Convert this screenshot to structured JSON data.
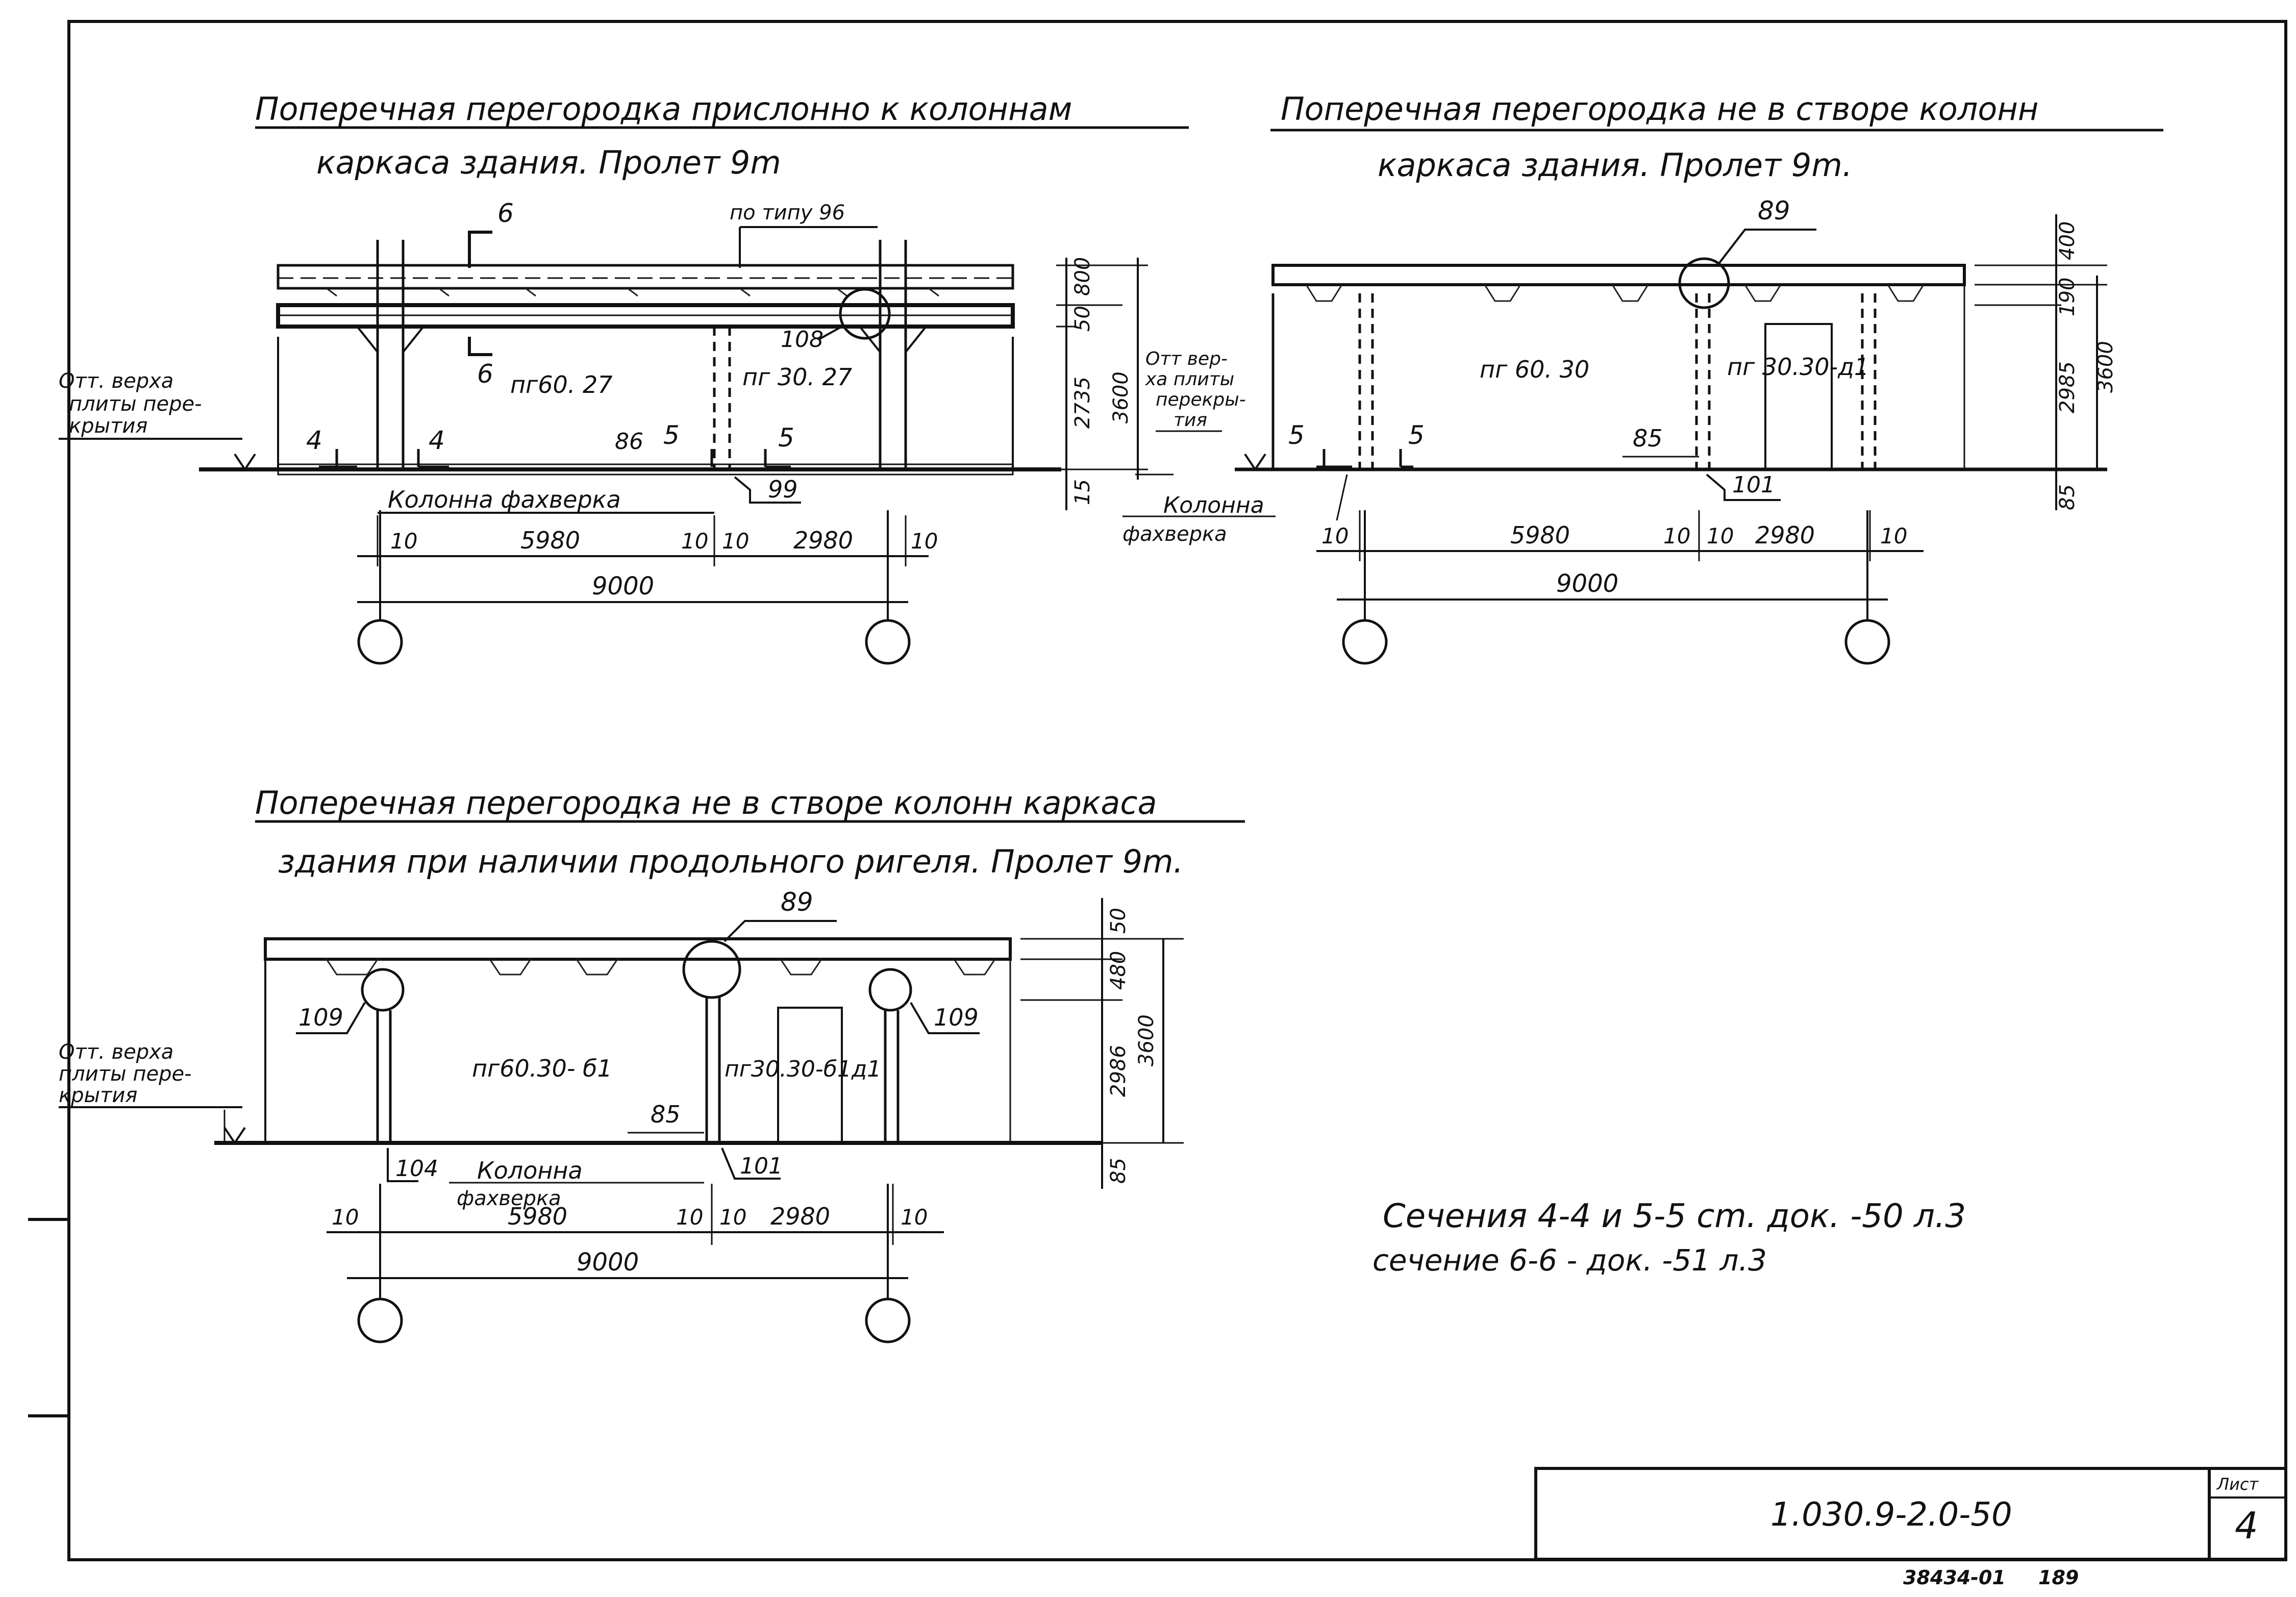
{
  "section1": {
    "title_line1": "Поперечная перегородка прислонно к колоннам",
    "title_line2": "каркаса здания. Пролет 9m",
    "callout_type": "по типу 96",
    "cut6_top": "6",
    "cut6_bottom": "6",
    "callout_108": "108",
    "panel_left": "пг60. 27",
    "panel_right": "пг 30. 27",
    "level_note": [
      "Отт. верха",
      "плиты пере-",
      "крытия"
    ],
    "cut4_left": "4",
    "cut4_right": "4",
    "cut5_left": "5",
    "cut5_right": "5",
    "ref_86": "86",
    "ref_99": "99",
    "column_label": "Колонна фахверка",
    "dims_vertical": [
      "800",
      "50",
      "2735",
      "15"
    ],
    "dim_total_height": "3600",
    "dims_horizontal": [
      "10",
      "5980",
      "10",
      "10",
      "2980",
      "10"
    ],
    "dim_span": "9000"
  },
  "section2": {
    "title_line1": "Поперечная перегородка не в створе колонн",
    "title_line2": "каркаса здания. Пролет 9m.",
    "callout_89": "89",
    "panel_left": "пг 60. 30",
    "panel_right": "пг 30.30-д1",
    "level_note": [
      "Отт вер-",
      "ха плиты",
      "перекры-",
      "тия"
    ],
    "cut5_left": "5",
    "cut5_right": "5",
    "ref_85": "85",
    "ref_101": "101",
    "column_label": [
      "Колонна",
      "фахверка"
    ],
    "dims_vertical": [
      "400",
      "190",
      "2985",
      "85"
    ],
    "dim_total_height": "3600",
    "dims_horizontal": [
      "10",
      "5980",
      "10",
      "10",
      "2980",
      "10"
    ],
    "dim_span": "9000"
  },
  "section3": {
    "title_line1": "Поперечная перегородка не в створе колонн каркаса",
    "title_line2": "здания при наличии продольного ригеля. Пролет 9m.",
    "callout_89": "89",
    "callout_109_left": "109",
    "callout_109_right": "109",
    "panel_left": "пг60.30- б1",
    "panel_right": "пг30.30-б1д1",
    "level_note": [
      "Отт. верха",
      "плиты пере-",
      "крытия"
    ],
    "ref_85": "85",
    "ref_104": "104",
    "ref_101": "101",
    "column_label": [
      "Колонна",
      "фахверка"
    ],
    "dims_vertical": [
      "50",
      "480",
      "2986",
      "85"
    ],
    "dim_total_height": "3600",
    "dims_horizontal": [
      "10",
      "5980",
      "10",
      "10",
      "2980",
      "10"
    ],
    "dim_span": "9000"
  },
  "notes": {
    "line1": "Сечения 4-4 и 5-5 cm. док. -50 л.3",
    "line2": "сечение 6-6 - док. -51 л.3"
  },
  "stamp": {
    "doc_code": "1.030.9-2.0-50",
    "sheet_label": "Лист",
    "sheet_number": "4",
    "archive_left": "38434-01",
    "archive_right": "189"
  }
}
